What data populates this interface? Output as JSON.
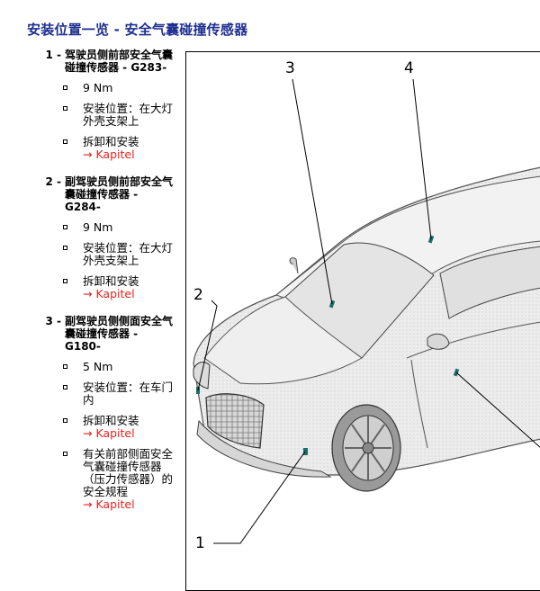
{
  "page": {
    "title": "安装位置一览 - 安全气囊碰撞传感器"
  },
  "items": [
    {
      "number": "1 -",
      "name": "驾驶员侧前部安全气囊碰撞传感器 - G283-",
      "subs": [
        {
          "text": "9 Nm",
          "link": ""
        },
        {
          "text": "安装位置：在大灯外壳支架上",
          "link": ""
        },
        {
          "text": "拆卸和安装",
          "link": "→ Kapitel"
        }
      ]
    },
    {
      "number": "2 -",
      "name": "副驾驶员侧前部安全气囊碰撞传感器 - G284-",
      "subs": [
        {
          "text": "9 Nm",
          "link": ""
        },
        {
          "text": "安装位置：在大灯外壳支架上",
          "link": ""
        },
        {
          "text": "拆卸和安装",
          "link": "→ Kapitel"
        }
      ]
    },
    {
      "number": "3 -",
      "name": "副驾驶员侧侧面安全气囊碰撞传感器 - G180-",
      "subs": [
        {
          "text": "5 Nm",
          "link": ""
        },
        {
          "text": "安装位置：在车门内",
          "link": ""
        },
        {
          "text": "拆卸和安装",
          "link": "→ Kapitel"
        },
        {
          "text": "有关前部侧面安全气囊碰撞传感器（压力传感器）的安全规程",
          "link": "→ Kapitel"
        }
      ]
    }
  ],
  "figure": {
    "callouts": [
      "3",
      "4",
      "2",
      "1"
    ]
  }
}
